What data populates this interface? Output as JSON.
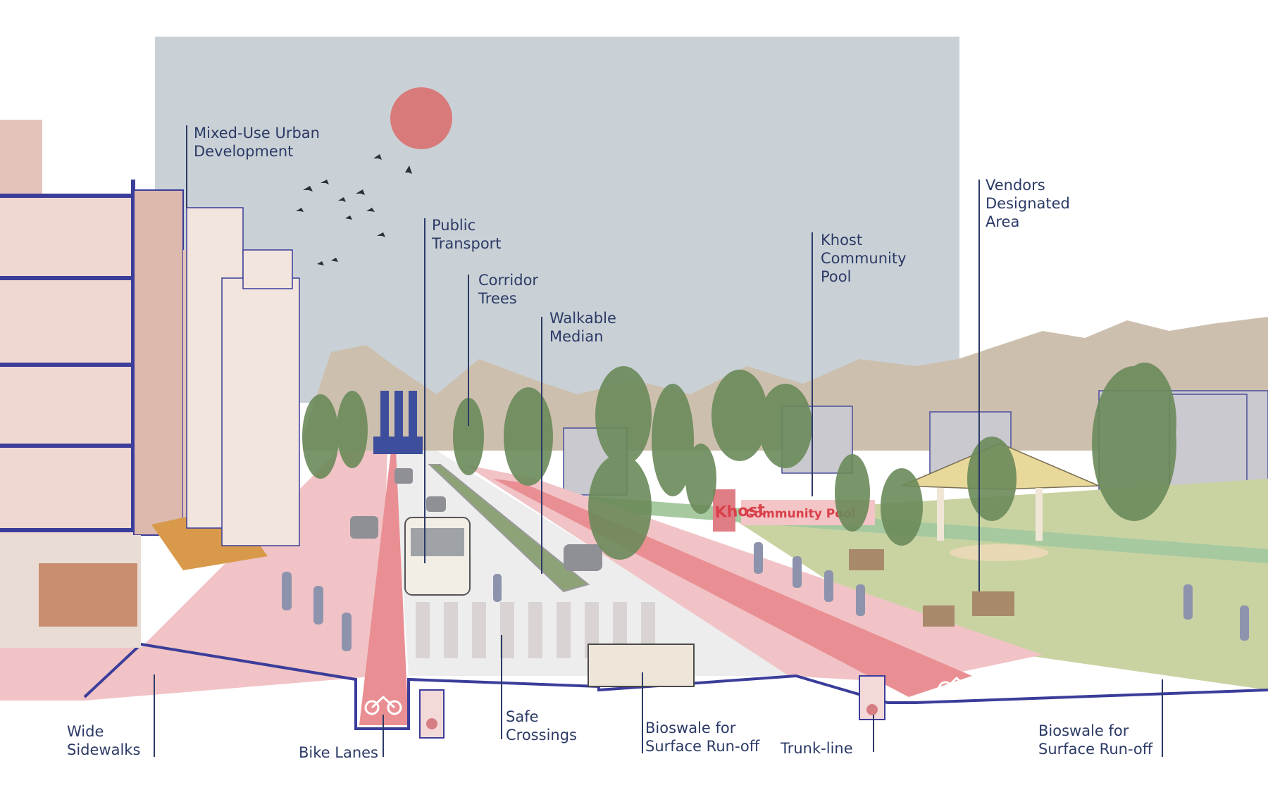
{
  "labels": {
    "mixed_use": [
      "Mixed-Use Urban",
      "Development"
    ],
    "public_transport": [
      "Public",
      "Transport"
    ],
    "corridor_trees": [
      "Corridor",
      "Trees"
    ],
    "walkable_median": [
      "Walkable",
      "Median"
    ],
    "community_pool": [
      "Khost",
      "Community",
      "Pool"
    ],
    "vendors": [
      "Vendors",
      "Designated",
      "Area"
    ],
    "wide_sidewalks": [
      "Wide",
      "Sidewalks"
    ],
    "bike_lanes": [
      "Bike Lanes"
    ],
    "safe_crossings": [
      "Safe",
      "Crossings"
    ],
    "bioswale_center": [
      "Bioswale for",
      "Surface Run-off"
    ],
    "trunk_line": [
      "Trunk-line"
    ],
    "bioswale_right": [
      "Bioswale for",
      "Surface Run-off"
    ]
  },
  "sign": {
    "brand": "Khost",
    "name": "Community Pool"
  },
  "colors": {
    "label_text": "#2c3a66",
    "leader_line": "#2c3a66",
    "sky": "#c9d1d6",
    "sun": "#d97a7a",
    "sidewalk": "#f1c3c6",
    "bike_lane": "#e98f93",
    "road": "#ededed",
    "building_outline": "#3b3d9a",
    "tree": "#6b8a5a",
    "grass": "#c9d3a2",
    "mountain": "#cdbfae"
  }
}
